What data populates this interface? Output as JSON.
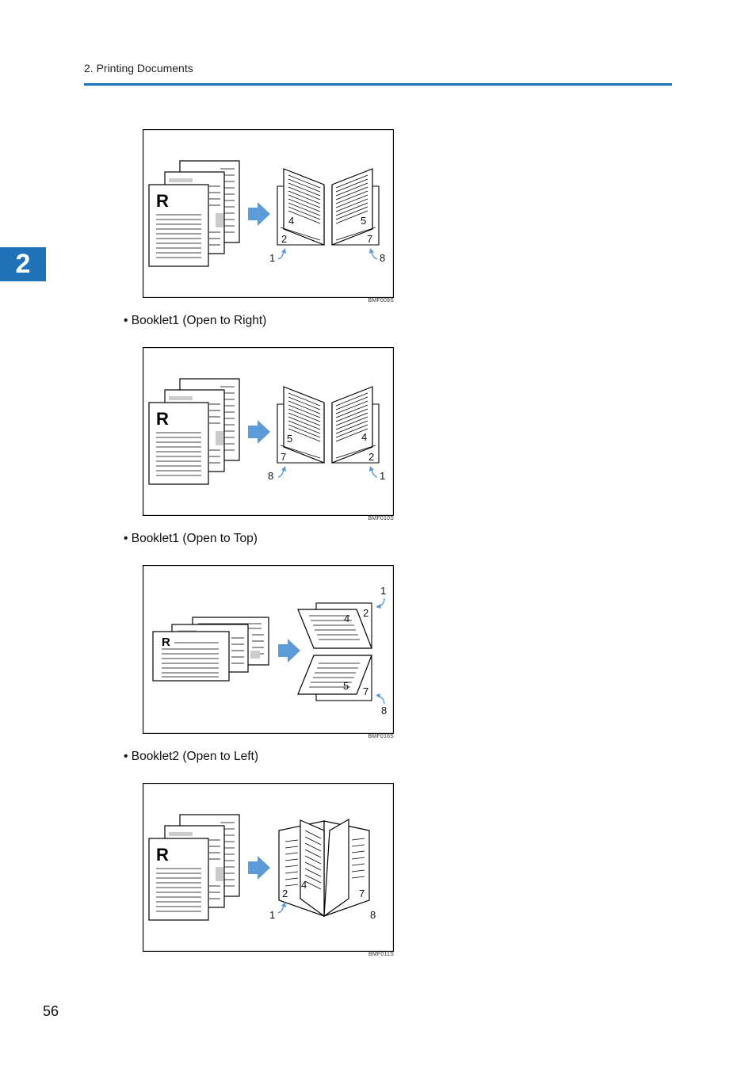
{
  "header": {
    "section": "2. Printing Documents",
    "accent_color": "#1f72b8"
  },
  "chapter_tab": "2",
  "figures": [
    {
      "code": "BMF009S",
      "labels": {
        "a": "4",
        "b": "5",
        "c": "2",
        "d": "7",
        "e": "1",
        "f": "8"
      }
    },
    {
      "code": "BMF010S",
      "labels": {
        "a": "5",
        "b": "4",
        "c": "7",
        "d": "2",
        "e": "8",
        "f": "1"
      }
    },
    {
      "code": "BMF016S",
      "labels": {
        "a": "1",
        "b": "4",
        "c": "2",
        "d": "5",
        "e": "7",
        "f": "8"
      }
    },
    {
      "code": "BMF011S",
      "labels": {
        "a": "2",
        "b": "4",
        "c": "7",
        "d": "1",
        "e": "8"
      }
    }
  ],
  "captions": [
    "• Booklet1 (Open to Right)",
    "• Booklet1 (Open to Top)",
    "• Booklet2 (Open to Left)"
  ],
  "original_letter": "R",
  "page_number": "56"
}
